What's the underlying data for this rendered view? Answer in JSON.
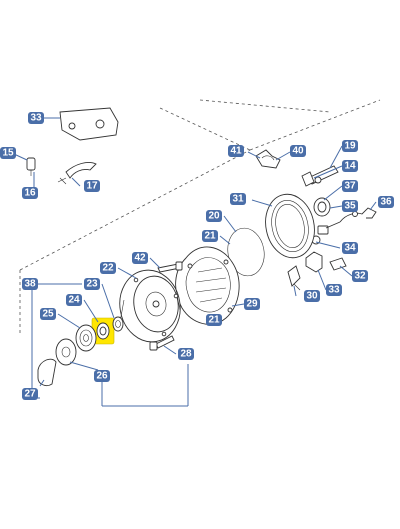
{
  "diagram": {
    "callout_color": "#4a6ea8",
    "highlight_color": "#ffe600",
    "highlighted_part": "24",
    "callouts": [
      {
        "id": "c33",
        "label": "33"
      },
      {
        "id": "c15",
        "label": "15"
      },
      {
        "id": "c16",
        "label": "16"
      },
      {
        "id": "c17",
        "label": "17"
      },
      {
        "id": "c41",
        "label": "41"
      },
      {
        "id": "c40",
        "label": "40"
      },
      {
        "id": "c19",
        "label": "19"
      },
      {
        "id": "c14",
        "label": "14"
      },
      {
        "id": "c37",
        "label": "37"
      },
      {
        "id": "c31",
        "label": "31"
      },
      {
        "id": "c35",
        "label": "35"
      },
      {
        "id": "c36",
        "label": "36"
      },
      {
        "id": "c20",
        "label": "20"
      },
      {
        "id": "c21a",
        "label": "21"
      },
      {
        "id": "c34",
        "label": "34"
      },
      {
        "id": "c42",
        "label": "42"
      },
      {
        "id": "c22",
        "label": "22"
      },
      {
        "id": "c32",
        "label": "32"
      },
      {
        "id": "c38",
        "label": "38"
      },
      {
        "id": "c23",
        "label": "23"
      },
      {
        "id": "c33b",
        "label": "33"
      },
      {
        "id": "c30",
        "label": "30"
      },
      {
        "id": "c24",
        "label": "24"
      },
      {
        "id": "c29",
        "label": "29"
      },
      {
        "id": "c25",
        "label": "25"
      },
      {
        "id": "c21b",
        "label": "21"
      },
      {
        "id": "c28",
        "label": "28"
      },
      {
        "id": "c26",
        "label": "26"
      },
      {
        "id": "c27",
        "label": "27"
      }
    ]
  }
}
